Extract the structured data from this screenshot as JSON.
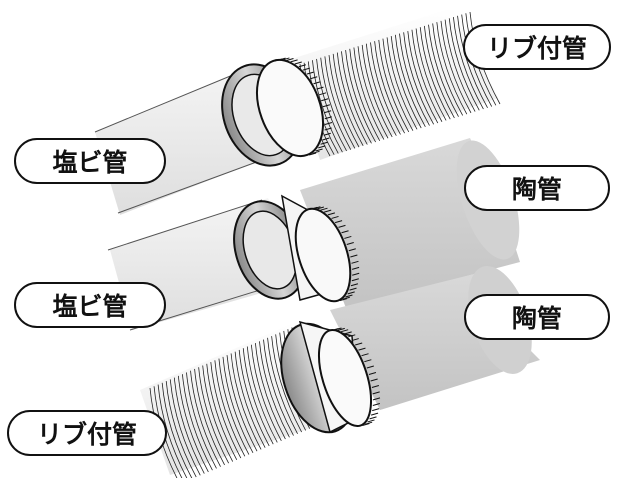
{
  "labels": {
    "top_right": "リブ付管",
    "top_left": "塩ビ管",
    "middle_right": "陶管",
    "middle_left": "塩ビ管",
    "bottom_right": "陶管",
    "bottom_left": "リブ付管"
  },
  "colors": {
    "pvc_pipe": "#e7e7e7",
    "clay_pipe": "#cfcfcf",
    "rib_pipe": "#f2f2f2",
    "outline": "#111111"
  }
}
